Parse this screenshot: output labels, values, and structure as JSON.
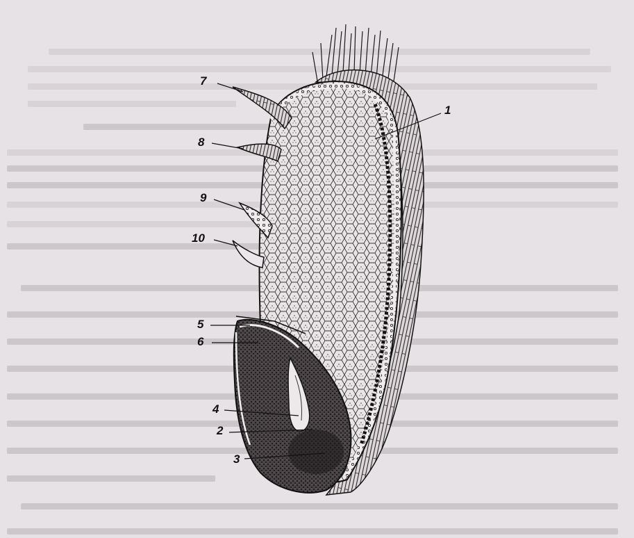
{
  "figure": {
    "labels": [
      {
        "id": "1",
        "text": "1"
      },
      {
        "id": "2",
        "text": "2"
      },
      {
        "id": "3",
        "text": "3"
      },
      {
        "id": "4",
        "text": "4"
      },
      {
        "id": "5",
        "text": "5"
      },
      {
        "id": "6",
        "text": "6"
      },
      {
        "id": "7",
        "text": "7"
      },
      {
        "id": "8",
        "text": "8"
      },
      {
        "id": "9",
        "text": "9"
      },
      {
        "id": "10",
        "text": "10"
      }
    ]
  },
  "colors": {
    "paper": "#e7e2e5",
    "ink": "#111111",
    "bleed_through": "#cfc7cc"
  }
}
